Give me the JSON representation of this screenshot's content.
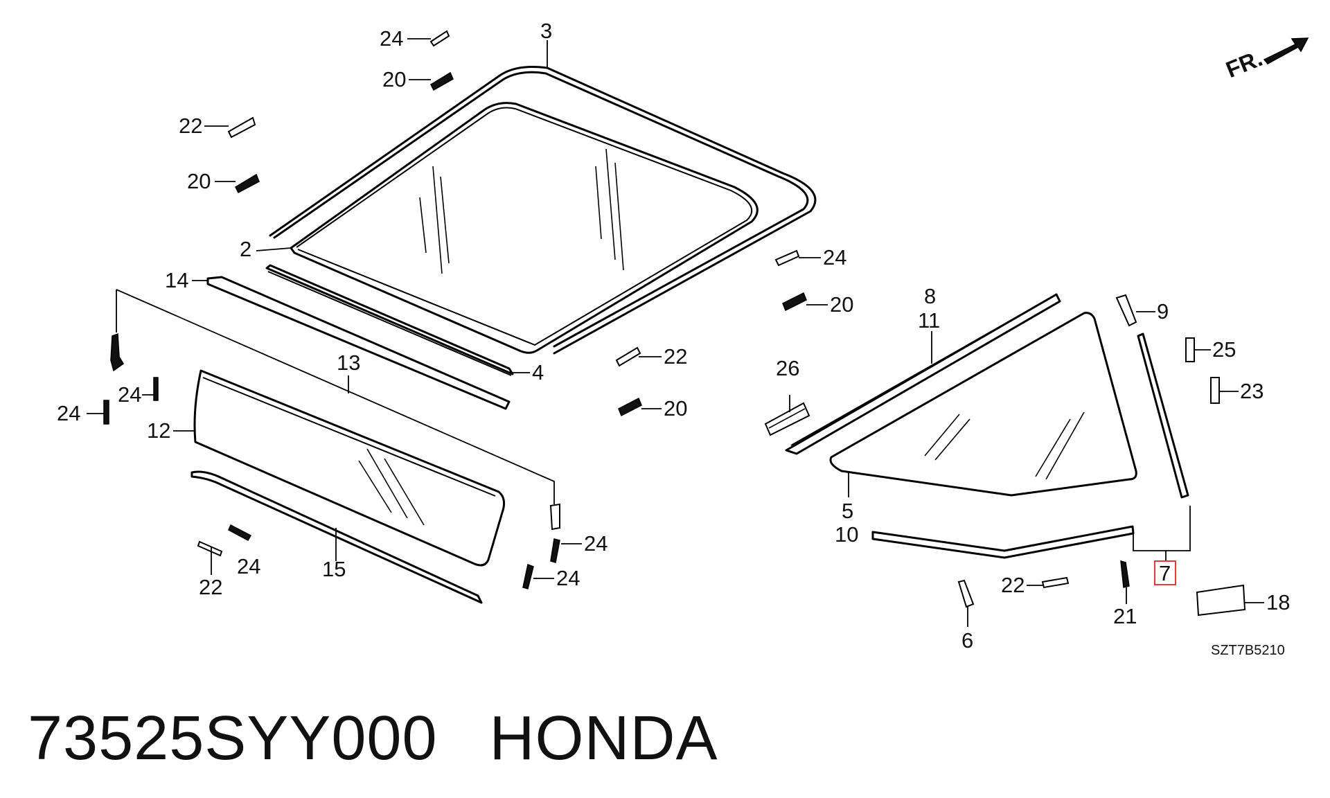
{
  "direction_label": "FR.",
  "diagram_code": "SZT7B5210",
  "highlighted_callout": "7",
  "footer": {
    "part_number": "73525SYY000",
    "brand": "HONDA"
  },
  "callouts": {
    "c3": "3",
    "c24_top": "24",
    "c20_top": "20",
    "c22_topleft": "22",
    "c20_left": "20",
    "c2": "2",
    "c14": "14",
    "c4": "4",
    "c13": "13",
    "c24_a": "24",
    "c24_b": "24",
    "c12": "12",
    "c15": "15",
    "c22_bottom": "22",
    "c24_bottom": "24",
    "c24_mid1": "24",
    "c24_mid2": "24",
    "c24_mid3": "24",
    "c20_mid1": "20",
    "c22_mid": "22",
    "c20_mid2": "20",
    "c26": "26",
    "c8": "8",
    "c11": "11",
    "c9": "9",
    "c25": "25",
    "c23": "23",
    "c5": "5",
    "c10": "10",
    "c7": "7",
    "c22_right": "22",
    "c21": "21",
    "c6": "6",
    "c18": "18"
  }
}
